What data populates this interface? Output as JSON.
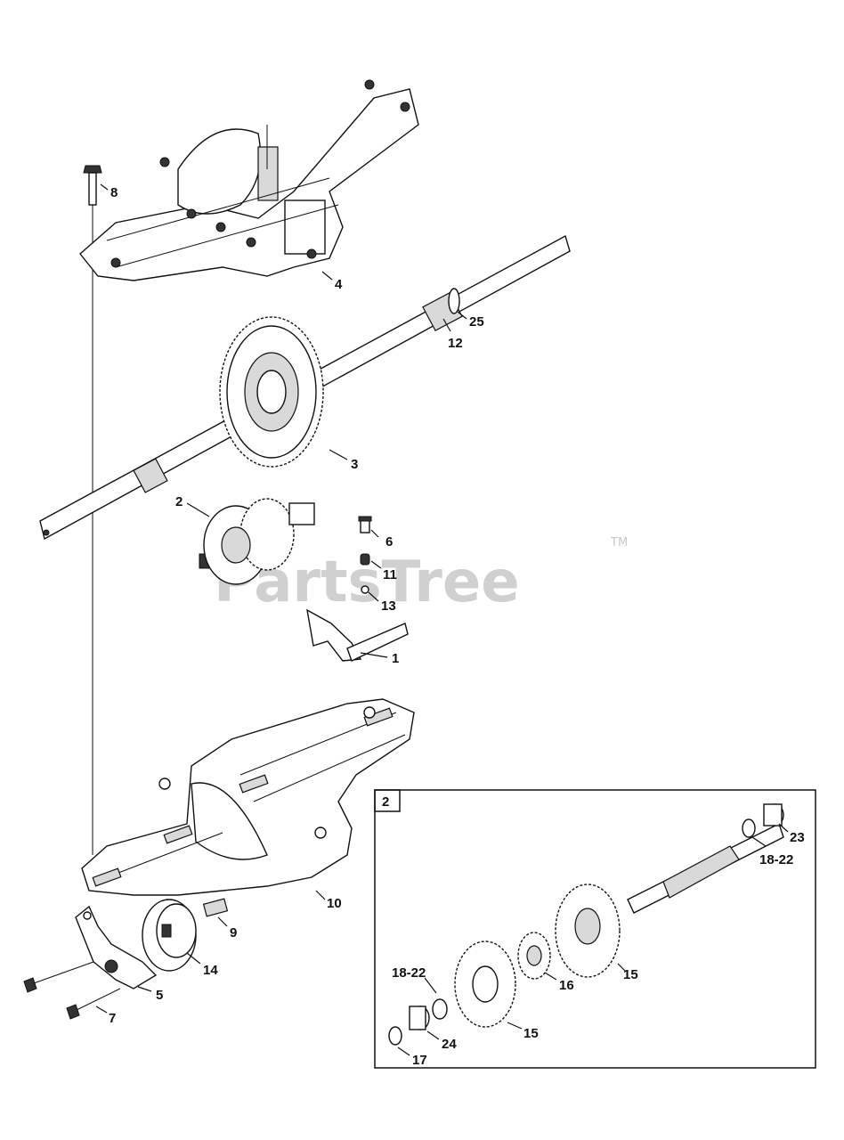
{
  "watermark": {
    "text": "PartsTree",
    "trademark": "TM"
  },
  "inset": {
    "tag": "2"
  },
  "callouts": {
    "c1": "1",
    "c2": "2",
    "c3": "3",
    "c4": "4",
    "c5": "5",
    "c6": "6",
    "c7": "7",
    "c8": "8",
    "c9": "9",
    "c10": "10",
    "c11": "11",
    "c12": "12",
    "c13": "13",
    "c14": "14",
    "c15a": "15",
    "c15b": "15",
    "c16": "16",
    "c17": "17",
    "c18a": "18-22",
    "c18b": "18-22",
    "c23": "23",
    "c24": "24",
    "c25": "25"
  }
}
